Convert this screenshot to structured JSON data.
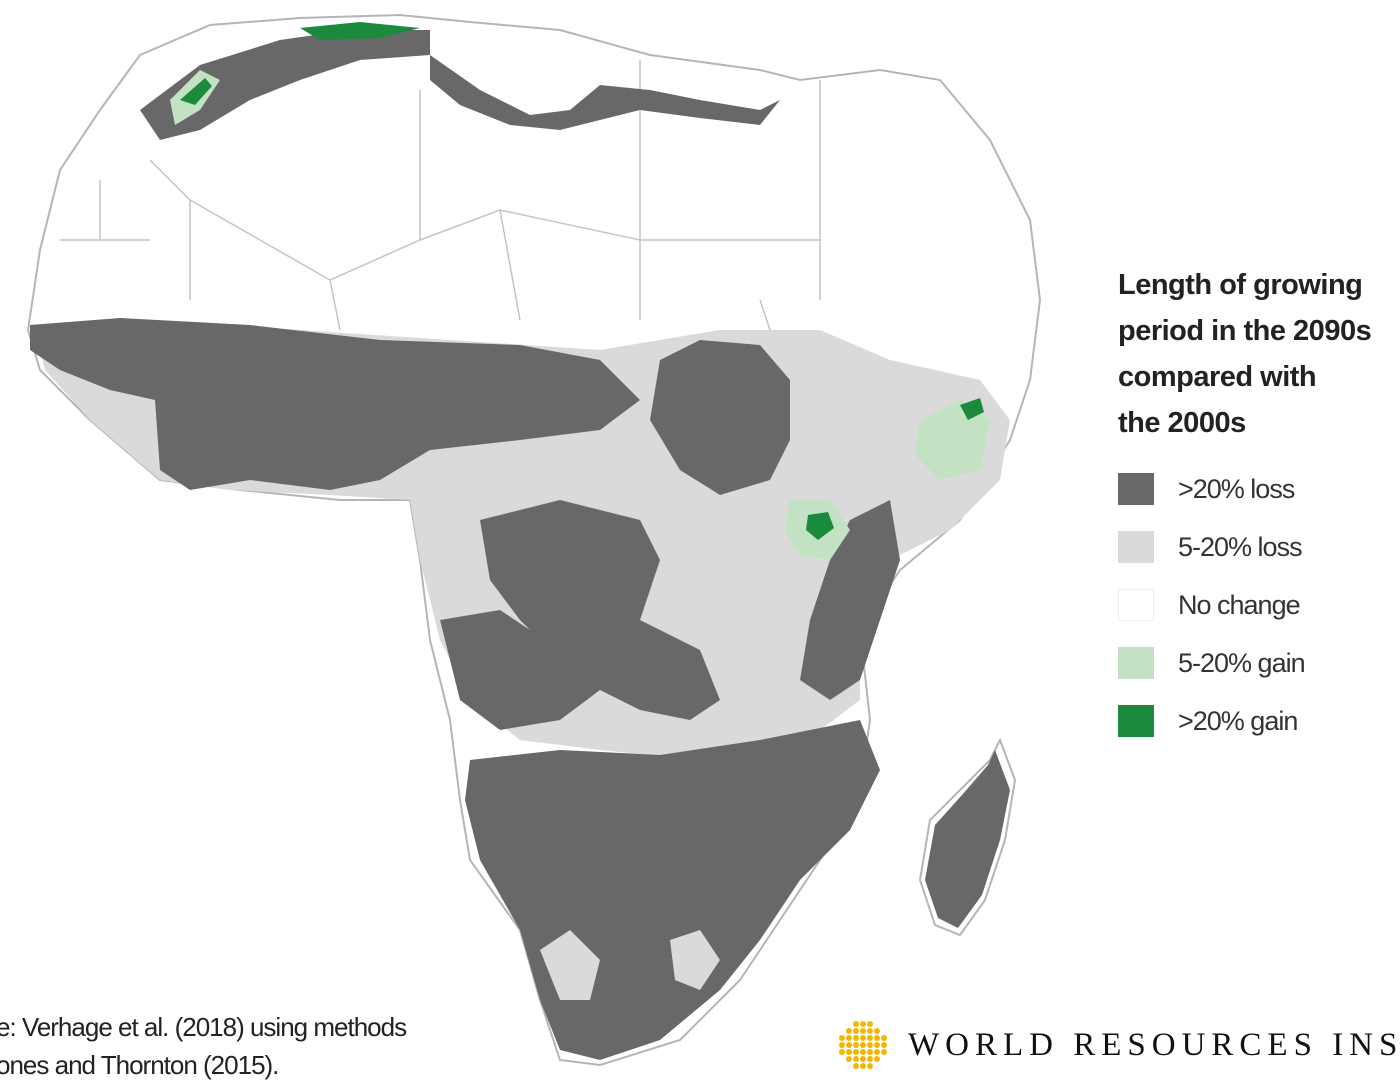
{
  "legend": {
    "title_lines": [
      "Length of growing",
      "period in the 2090s",
      "compared with",
      "the 2000s"
    ],
    "items": [
      {
        "label": ">20% loss",
        "color": "#686868"
      },
      {
        "label": "5-20% loss",
        "color": "#dadada"
      },
      {
        "label": "No change",
        "color": "#ffffff"
      },
      {
        "label": "5-20% gain",
        "color": "#c3e2c3"
      },
      {
        "label": ">20% gain",
        "color": "#1b8a3c"
      }
    ]
  },
  "source": {
    "lines": [
      "e: Verhage et al. (2018) using methods",
      "ones and Thornton (2015)."
    ]
  },
  "branding": {
    "name": "WORLD RESOURCES INSTI",
    "logo_color": "#f2b705"
  },
  "map": {
    "land_color": "#ffffff",
    "border_color": "#bdbdbd"
  }
}
